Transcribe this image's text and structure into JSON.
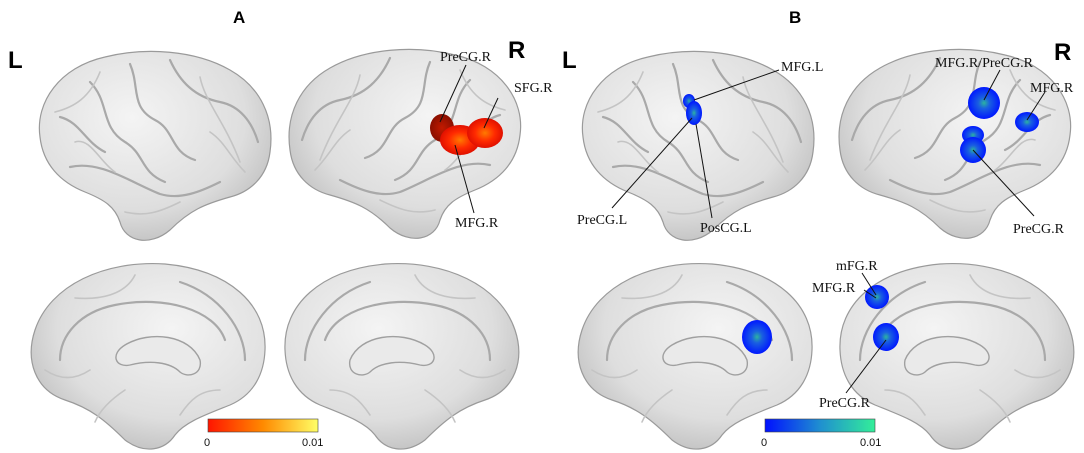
{
  "panels": [
    {
      "letter": "A",
      "left_hemisphere_label": "L",
      "right_hemisphere_label": "R",
      "regions": {
        "precg_r": "PreCG.R",
        "sfg_r": "SFG.R",
        "mfg_r": "MFG.R"
      },
      "colorbar": {
        "min": "0",
        "max": "0.01",
        "colors": [
          "#ff1500",
          "#ff8a00",
          "#ffff66"
        ]
      }
    },
    {
      "letter": "B",
      "left_hemisphere_label": "L",
      "right_hemisphere_label": "R",
      "regions": {
        "mfg_l": "MFG.L",
        "precg_l": "PreCG.L",
        "poscg_l": "PosCG.L",
        "mfg_precg_r": "MFG.R/PreCG.R",
        "mfg_r": "MFG.R",
        "precg_r": "PreCG.R",
        "mfg_r_medial_lower_case": "mFG.R",
        "mfg_r_medial": "MFG.R",
        "precg_r_medial": "PreCG.R"
      },
      "colorbar": {
        "min": "0",
        "max": "0.01",
        "colors": [
          "#0010ff",
          "#1f8fd0",
          "#33ee99"
        ]
      }
    }
  ]
}
